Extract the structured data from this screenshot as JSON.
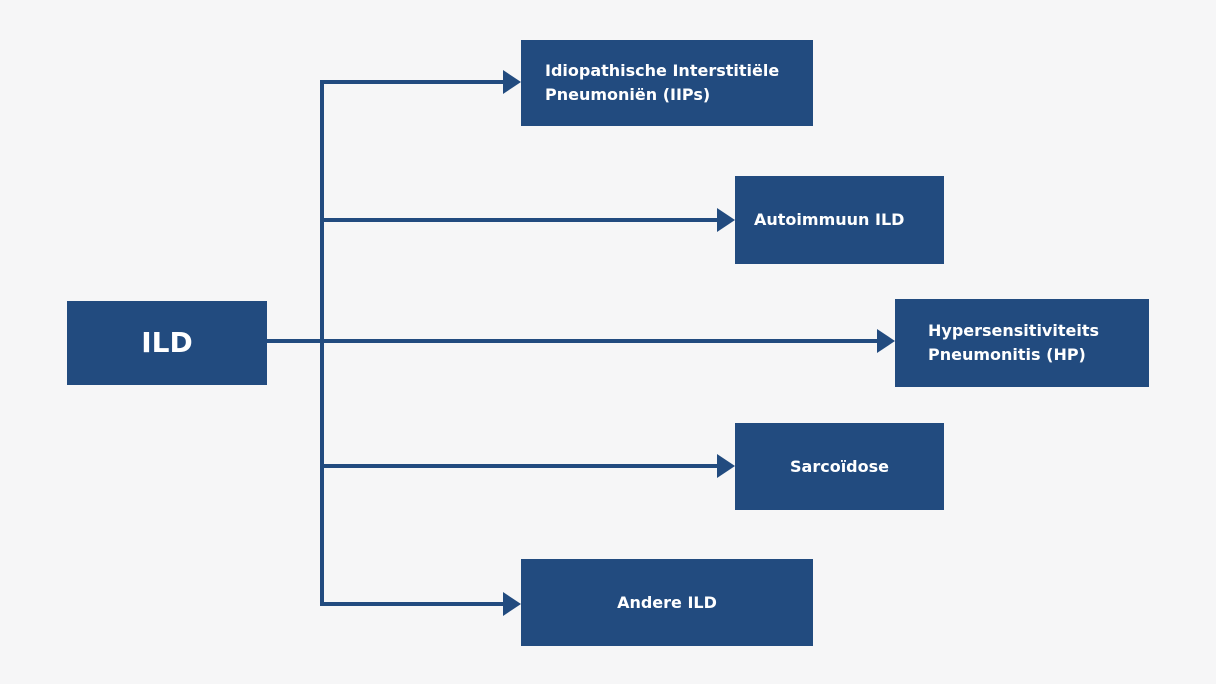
{
  "diagram": {
    "root": {
      "label": "ILD"
    },
    "children": [
      {
        "label": "Idiopathische Interstitiële\nPneumoniën (IIPs)"
      },
      {
        "label": "Autoimmuun ILD"
      },
      {
        "label": "Hypersensitiviteits\nPneumonitis (HP)"
      },
      {
        "label": "Sarcoïdose"
      },
      {
        "label": "Andere ILD"
      }
    ],
    "colors": {
      "background": "#f6f6f7",
      "node": "#224b7f",
      "connector": "#224b7f",
      "text": "#ffffff"
    }
  }
}
